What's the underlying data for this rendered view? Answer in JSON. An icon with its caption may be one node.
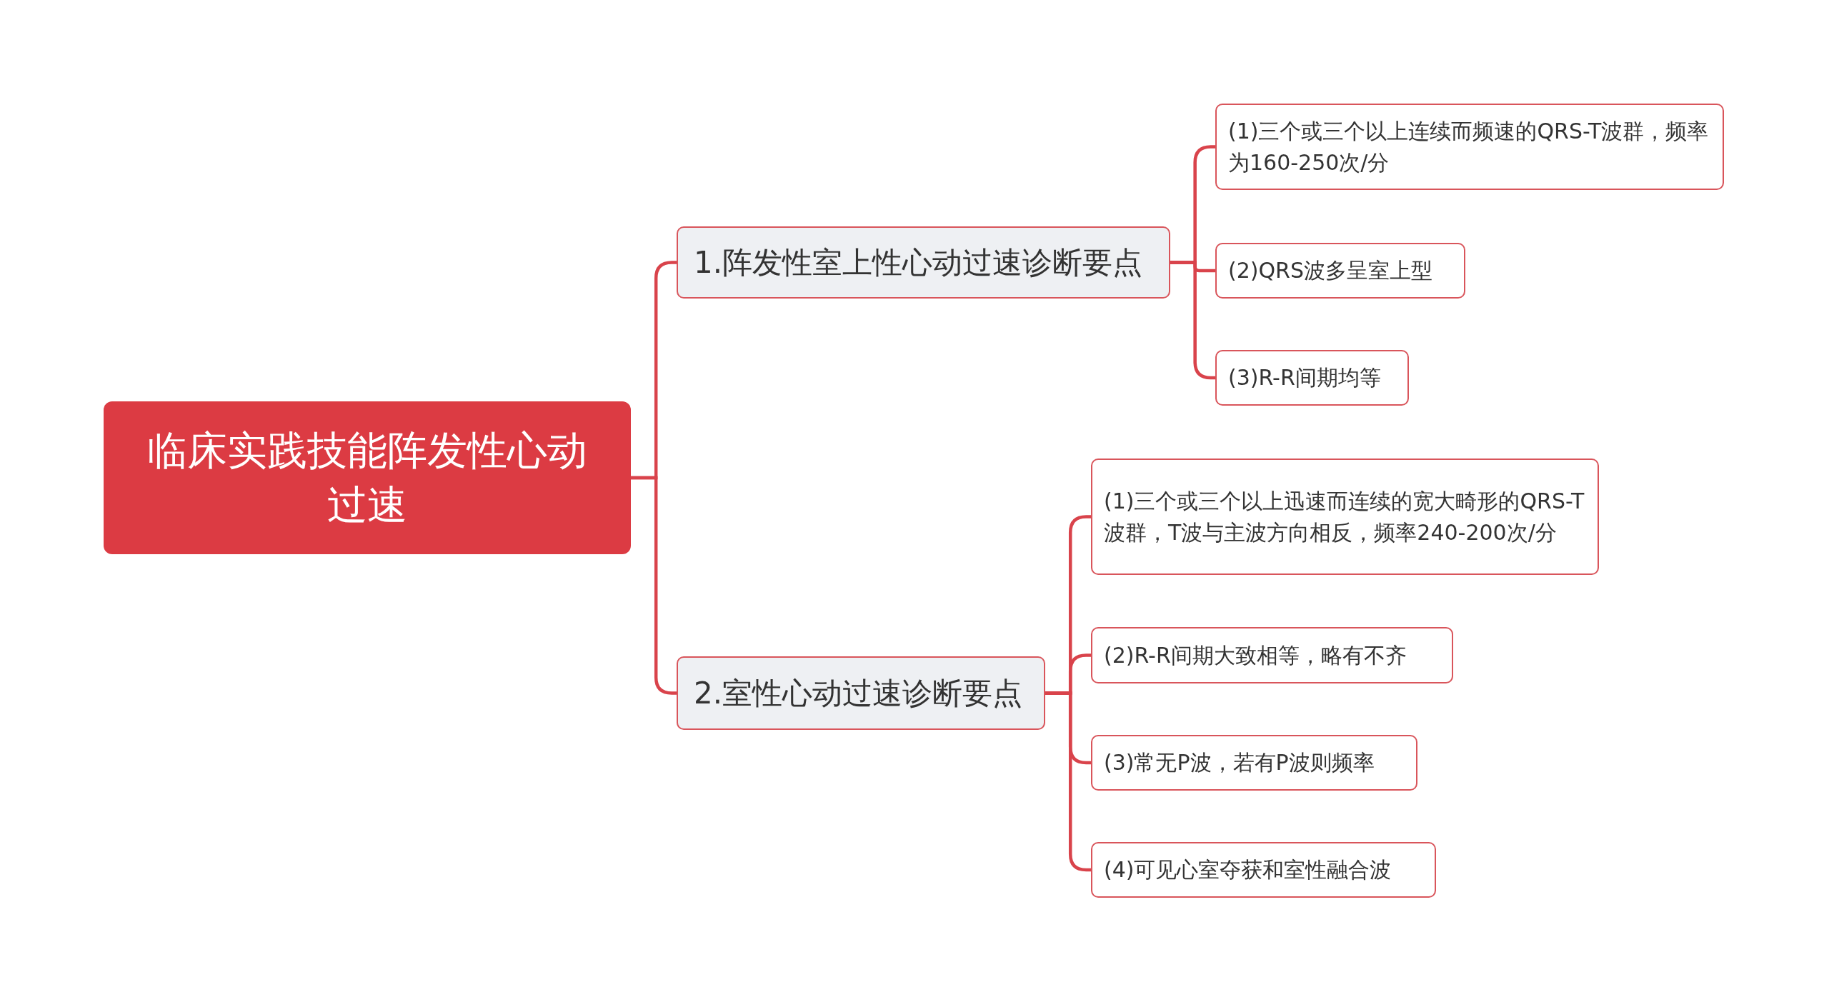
{
  "diagram": {
    "nodes": [
      {
        "text": [
          "临床实践技能阵发性心动过速"
        ]
      },
      {
        "text": [
          "1.阵发性室上性心动过速诊断要点"
        ]
      },
      {
        "text": [
          "(1)三个或三个以上连续而频速的QRS-T波群，频率为160-250次/分"
        ]
      },
      {
        "text": [
          "(2)QRS波多呈室上型"
        ]
      },
      {
        "text": [
          "(3)R-R间期均等"
        ]
      },
      {
        "text": [
          "2.室性心动过速诊断要点"
        ]
      },
      {
        "text": [
          "(1)三个或三个以上迅速而连续的宽大畸形的QRS-T波群，T波与主波方向相反，频率240-200次/分"
        ]
      },
      {
        "text": [
          "(2)R-R间期大致相等，略有不齐"
        ]
      },
      {
        "text": [
          "(3)常无P波，若有P波则频率"
        ]
      },
      {
        "text": [
          "(4)可见心室夺获和室性融合波"
        ]
      }
    ],
    "edges": [
      {
        "from": 0,
        "to": 1,
        "arrow": "none"
      },
      {
        "from": 0,
        "to": 5,
        "arrow": "none"
      },
      {
        "from": 1,
        "to": 2,
        "arrow": "none"
      },
      {
        "from": 1,
        "to": 3,
        "arrow": "none"
      },
      {
        "from": 1,
        "to": 4,
        "arrow": "none"
      },
      {
        "from": 5,
        "to": 6,
        "arrow": "none"
      },
      {
        "from": 5,
        "to": 7,
        "arrow": "none"
      },
      {
        "from": 5,
        "to": 8,
        "arrow": "none"
      },
      {
        "from": 5,
        "to": 9,
        "arrow": "none"
      }
    ]
  }
}
